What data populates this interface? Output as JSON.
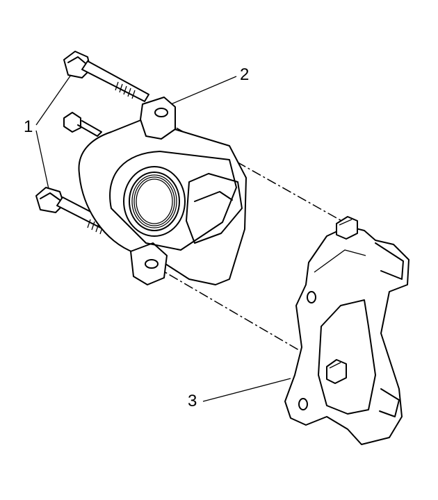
{
  "callouts": {
    "one": "1",
    "two": "2",
    "three": "3"
  }
}
